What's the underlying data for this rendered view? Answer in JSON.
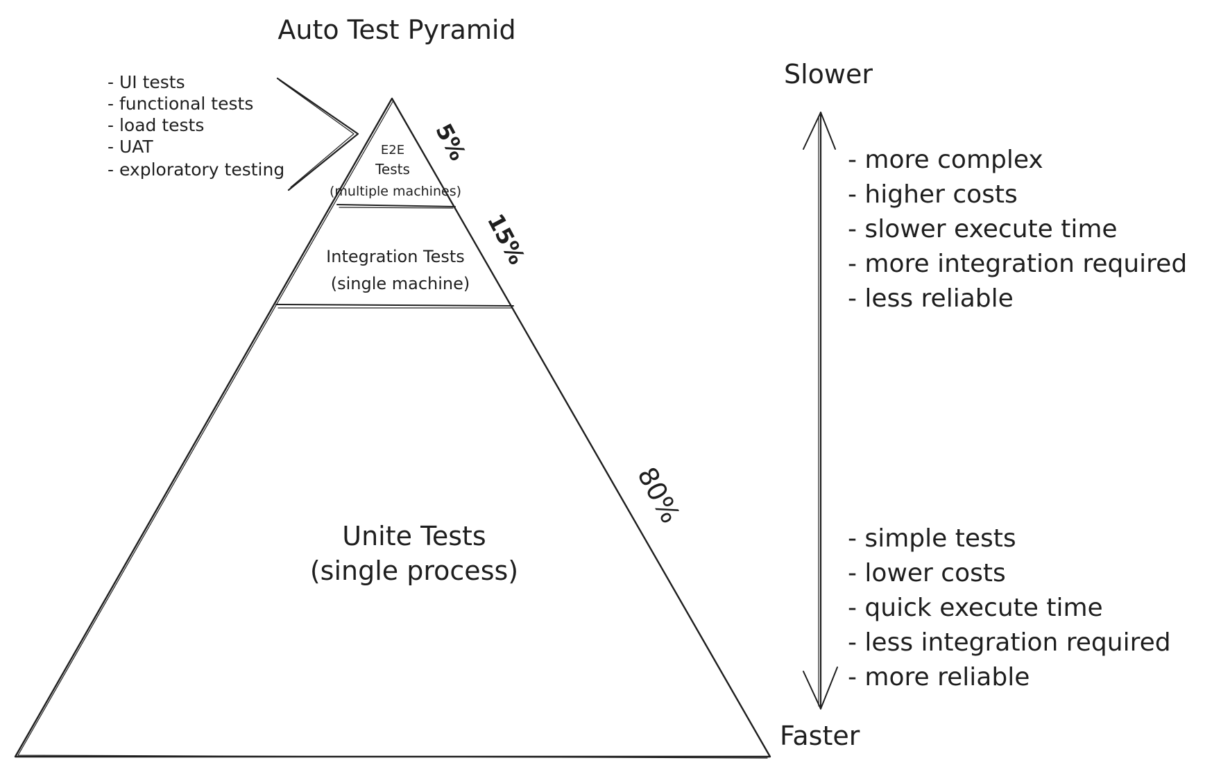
{
  "title": "Auto Test Pyramid",
  "e2e_examples": [
    "- UI tests",
    "- functional tests",
    "- load tests",
    "- UAT",
    "- exploratory testing"
  ],
  "pyramid": {
    "top": {
      "line1": "E2E",
      "line2": "Tests",
      "line3": "(multiple machines)",
      "percent": "5%"
    },
    "middle": {
      "line1": "Integration Tests",
      "line2": "(single machine)",
      "percent": "15%"
    },
    "bottom": {
      "line1": "Unite Tests",
      "line2": "(single process)",
      "percent": "80%"
    }
  },
  "speed_axis": {
    "top_label": "Slower",
    "bottom_label": "Faster",
    "slower_traits": [
      "- more complex",
      "- higher costs",
      "- slower execute time",
      "- more integration required",
      "- less reliable"
    ],
    "faster_traits": [
      "- simple tests",
      "- lower costs",
      "- quick execute time",
      "- less integration required",
      "- more reliable"
    ]
  }
}
